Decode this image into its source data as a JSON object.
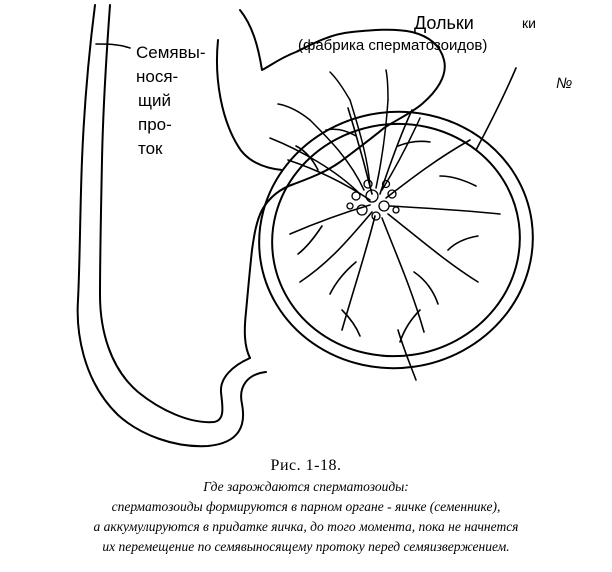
{
  "labels": {
    "duct_lines": [
      "Семявы-",
      "нося-",
      "щий",
      "про-",
      "ток"
    ],
    "lobules": "Дольки",
    "lobules_sub": "(фабрика сперматозоидов)",
    "top_right_fragment": "ки",
    "number_sign": "№"
  },
  "caption": {
    "title": "Рис. 1-18.",
    "lines": [
      "Где зарождаются сперматозоиды:",
      "сперматозоиды формируются в парном органе - яичке (семеннике),",
      "а аккумулируются в придатке яичка, до того момента, пока не начнется",
      "их перемещение по семявыносящему протоку перед семяизвержением."
    ]
  },
  "colors": {
    "ink": "#000000",
    "paper": "#ffffff"
  }
}
